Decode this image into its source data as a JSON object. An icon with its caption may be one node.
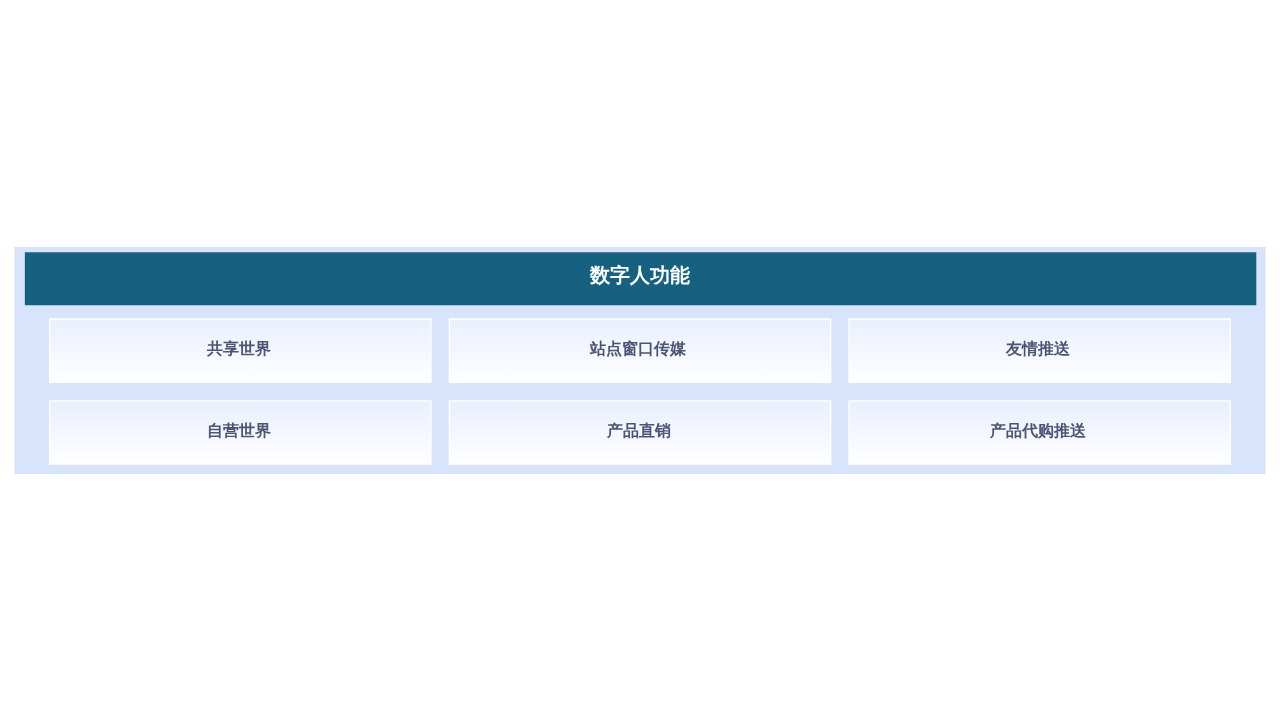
{
  "diagram": {
    "nodes": [
      {
        "text": [
          "数字人功能"
        ]
      },
      {
        "text": [
          "共享世界"
        ],
        "in": 0
      },
      {
        "text": [
          "站点窗口传媒"
        ],
        "in": 0
      },
      {
        "text": [
          "友情推送"
        ],
        "in": 0
      },
      {
        "text": [
          "自营世界"
        ],
        "in": 0
      },
      {
        "text": [
          "产品直销"
        ],
        "in": 0
      },
      {
        "text": [
          "产品代购推送"
        ],
        "in": 0
      }
    ]
  }
}
